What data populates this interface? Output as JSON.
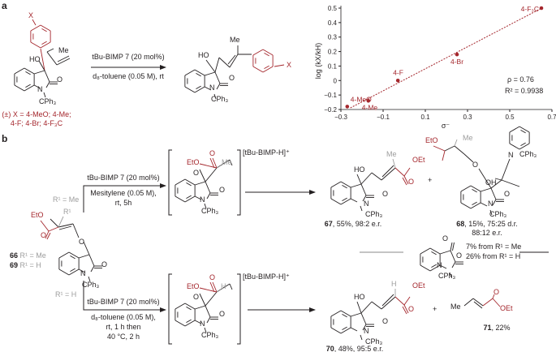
{
  "panel_a": {
    "label": "a",
    "reactant": {
      "X": "X",
      "Me": "Me",
      "HO": "HO",
      "CPh3": "CPh₃",
      "O": "O",
      "N": "N",
      "substituents_line1": "(±) X = 4-MeO; 4-Me;",
      "substituents_line2": "4-F; 4-Br; 4-F₃C"
    },
    "conditions": {
      "catalyst": "tBu-BIMP 7 (20 mol%)",
      "solvent": "d₈-toluene (0.05 M), rt"
    },
    "product": {
      "X": "X",
      "Me": "Me",
      "HO": "HO",
      "CPh3": "CPh₃",
      "O": "O",
      "N": "N"
    }
  },
  "chart_data": {
    "type": "scatter",
    "title": "",
    "xlabel": "σ⁻",
    "ylabel": "log (kX/kH)",
    "xlim": [
      -0.3,
      0.7
    ],
    "ylim": [
      -0.2,
      0.5
    ],
    "xticks": [
      "-0.3",
      "-0.1",
      "0.1",
      "0.3",
      "0.5",
      "0.7"
    ],
    "yticks": [
      "-0.2",
      "-0.1",
      "0",
      "0.1",
      "0.2",
      "0.3",
      "0.4",
      "0.5"
    ],
    "points": [
      {
        "label": "4-MeO",
        "x": -0.27,
        "y": -0.18
      },
      {
        "label": "4-Me",
        "x": -0.17,
        "y": -0.14
      },
      {
        "label": "4-F",
        "x": -0.03,
        "y": 0.0
      },
      {
        "label": "4-Br",
        "x": 0.25,
        "y": 0.18
      },
      {
        "label": "4-F₃C",
        "x": 0.65,
        "y": 0.5
      }
    ],
    "fit": {
      "slope": 0.76,
      "intercept": 0.005,
      "x_range": [
        -0.255,
        0.65
      ]
    },
    "annotations": {
      "rho": "ρ = 0.76",
      "r2": "R² = 0.9938"
    },
    "grid": false,
    "color": "#a4262c"
  },
  "panel_b": {
    "label": "b",
    "start": {
      "EtO": "EtO",
      "R1": "R¹",
      "O": "O",
      "carbonyl_O": "O",
      "CPh3": "CPh₃",
      "N": "N",
      "cmpd66_num": "66",
      "cmpd66_text": " R¹ = Me",
      "cmpd69_num": "69",
      "cmpd69_text": " R¹ = H"
    },
    "upper": {
      "branch": "R¹ = Me",
      "catalyst": "tBu-BIMP 7 (20 mol%)",
      "solvent": "Mesitylene (0.05 M),",
      "time": "rt, 5h",
      "ion": "[tBu-BIMP-H]⁺",
      "EtO": "EtO",
      "Ominus": "O",
      "Me": "Me",
      "O": "O",
      "N": "N",
      "CPh3": "CPh₃"
    },
    "lower": {
      "branch": "R¹ = H",
      "catalyst": "tBu-BIMP 7 (20 mol%)",
      "solvent": "d₈-toluene (0.05 M),",
      "time1": "rt, 1 h then",
      "time2": "40 °C, 2 h",
      "ion": "[tBu-BIMP-H]⁺",
      "EtO": "EtO",
      "Ominus": "O",
      "H": "H",
      "O": "O",
      "N": "N",
      "CPh3": "CPh₃"
    },
    "p67": {
      "HO": "HO",
      "Me": "Me",
      "OEt": "OEt",
      "O": "O",
      "N": "N",
      "CPh3": "CPh₃",
      "num": "67",
      "desc": ", 55%, 98:2 e.r."
    },
    "plus1": "+",
    "p68": {
      "EtO": "EtO",
      "Me": "Me",
      "CPh3a": "CPh₃",
      "OH": "OH",
      "O": "O",
      "N": "N",
      "CPh3b": "CPh₃",
      "num": "68",
      "desc": ", 15%, 75:25 d.r.",
      "desc2": "88:12 e.r."
    },
    "isatin": {
      "O": "O",
      "N": "N",
      "CPh3": "CPh₃",
      "yield_me": "7% from R¹ = Me",
      "yield_h": "26% from R¹ = H"
    },
    "p70": {
      "HO": "HO",
      "H": "H",
      "OEt": "OEt",
      "O": "O",
      "N": "N",
      "CPh3": "CPh₃",
      "num": "70",
      "desc": ", 48%, 95:5 e.r."
    },
    "plus2": "+",
    "p71": {
      "Me": "Me",
      "OEt": "OEt",
      "O": "O",
      "num": "71",
      "desc": ", 22%"
    }
  }
}
